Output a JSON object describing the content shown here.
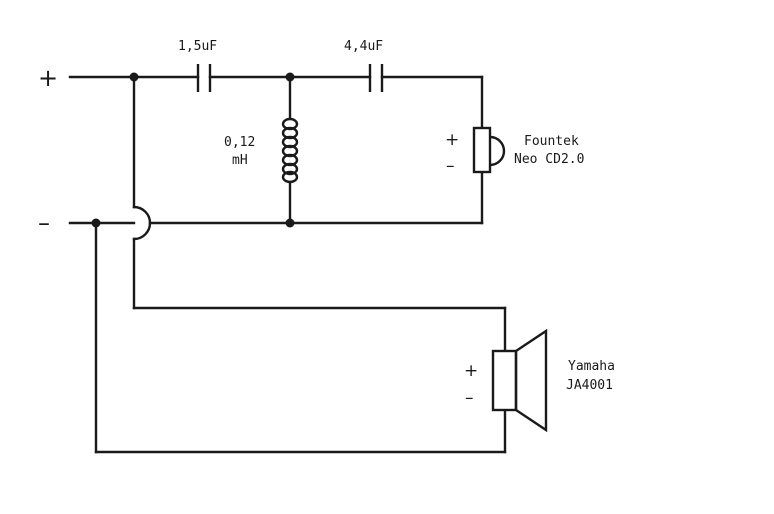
{
  "terminals": {
    "plus": "+",
    "minus": "–"
  },
  "capacitor_1": {
    "label": "1,5uF"
  },
  "capacitor_2": {
    "label": "4,4uF"
  },
  "inductor": {
    "label_line1": "0,12",
    "label_line2": "mH"
  },
  "tweeter": {
    "name_line1": "Fountek",
    "name_line2": "Neo CD2.0",
    "plus": "+",
    "minus": "–"
  },
  "woofer": {
    "name_line1": "Yamaha",
    "name_line2": "JA4001",
    "plus": "+",
    "minus": "–"
  }
}
